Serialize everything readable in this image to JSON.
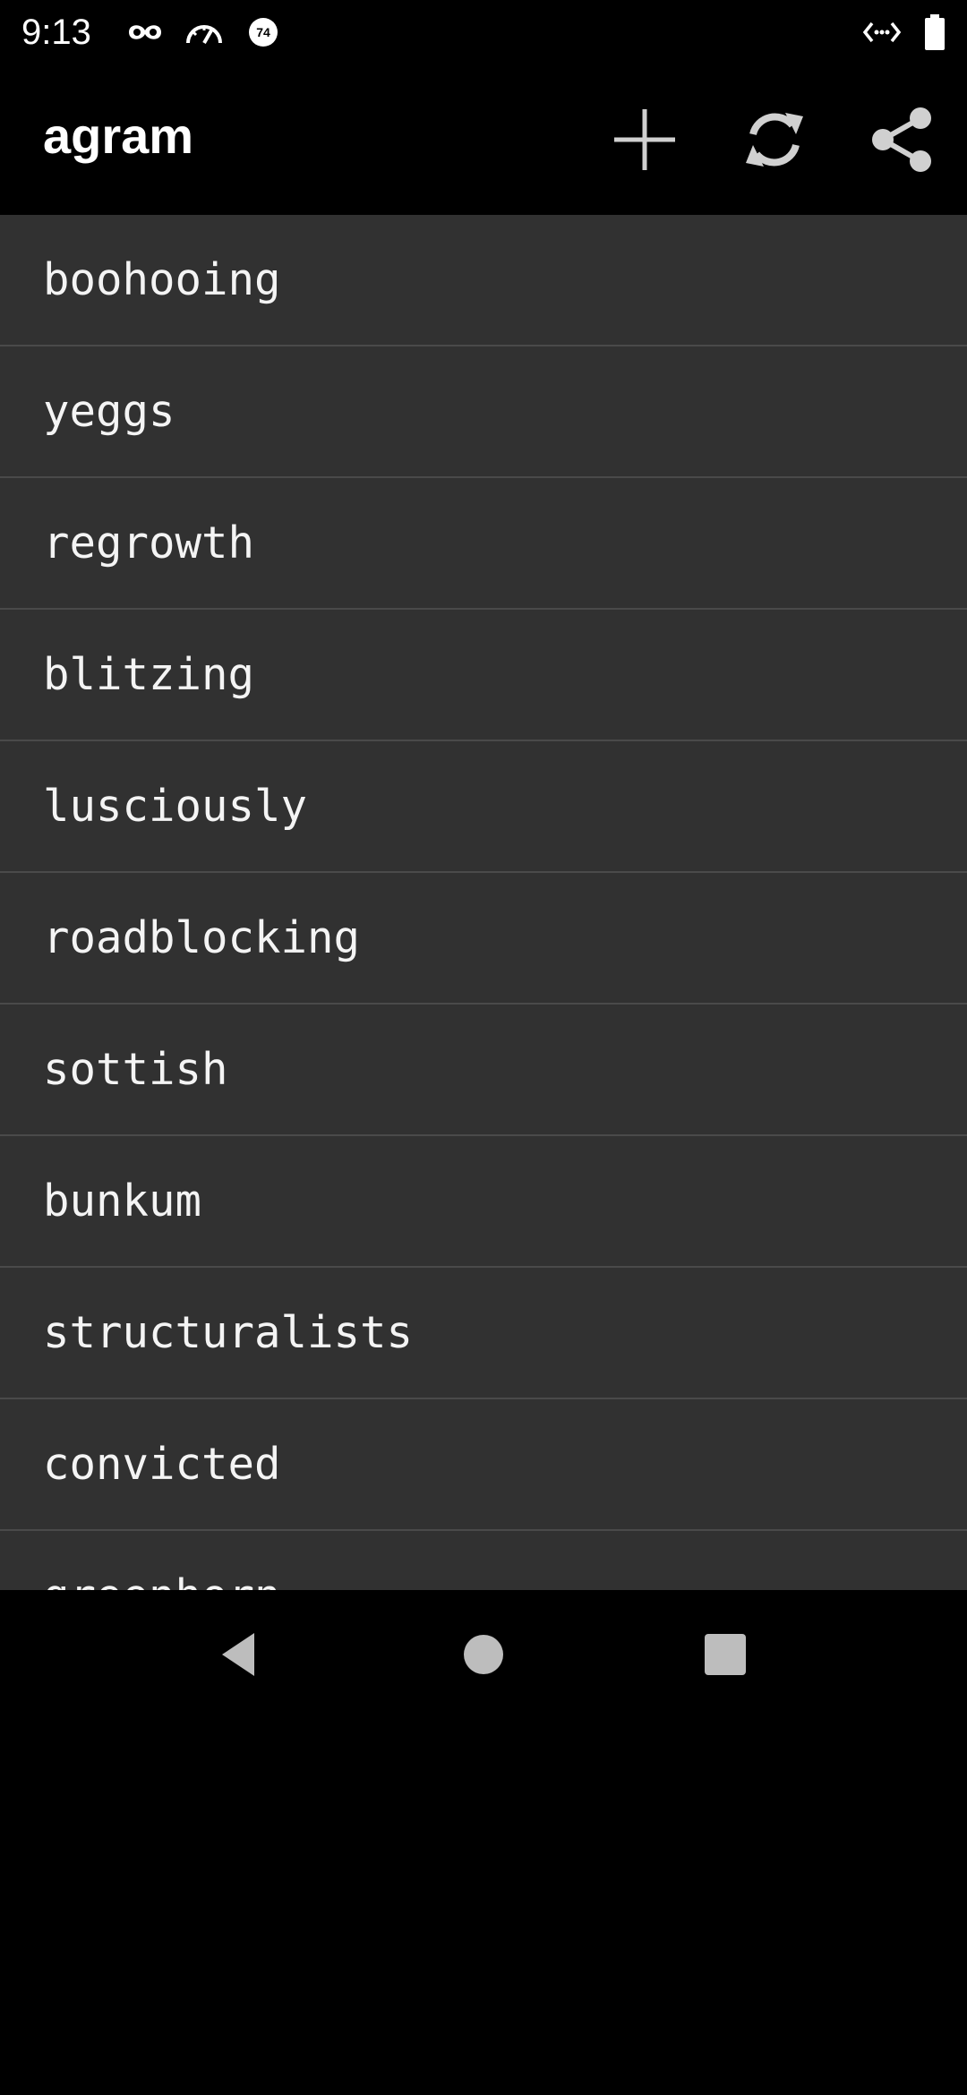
{
  "status_bar": {
    "time": "9:13",
    "battery_badge": "74",
    "icons": [
      "incognito-icon",
      "speedometer-icon",
      "battery-saver-badge-icon",
      "code-brackets-icon",
      "battery-icon"
    ]
  },
  "app_bar": {
    "title": "agram",
    "actions": [
      "add-icon",
      "refresh-icon",
      "share-icon"
    ]
  },
  "words": [
    "boohooing",
    "yeggs",
    "regrowth",
    "blitzing",
    "lusciously",
    "roadblocking",
    "sottish",
    "bunkum",
    "structuralists",
    "convicted",
    "greenhorn"
  ],
  "nav_bar": {
    "buttons": [
      "back-icon",
      "home-icon",
      "recents-icon"
    ]
  },
  "colors": {
    "background": "#000000",
    "list_background": "#313131",
    "divider": "#4a4a4a",
    "text": "#f4f4f4",
    "icon": "#cccccc"
  }
}
